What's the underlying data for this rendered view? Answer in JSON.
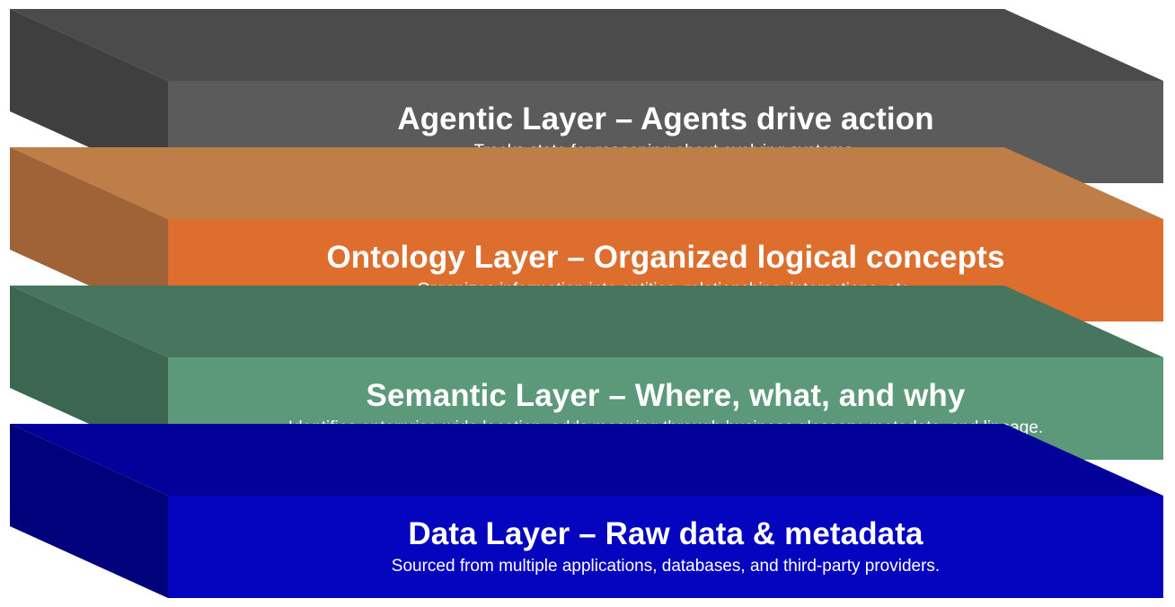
{
  "layers": [
    {
      "title": "Agentic Layer – Agents drive action",
      "subtitle": "Tracks state for reasoning about evolving systems.",
      "colors": {
        "front": "#5b5b5b",
        "top": "#4b4b4b",
        "side": "#3f3f3f"
      }
    },
    {
      "title": "Ontology Layer – Organized logical concepts",
      "subtitle": "Organizes information into entities, relationships, interactions, etc.",
      "colors": {
        "front": "#de6e2e",
        "top": "#bf7e47",
        "side": "#9f6337"
      }
    },
    {
      "title": "Semantic Layer – Where, what, and why",
      "subtitle": "Identifies enterprise-wide location, adds meaning through business glossary, metadata, and lineage.",
      "colors": {
        "front": "#5c987a",
        "top": "#47755e",
        "side": "#3d6650"
      }
    },
    {
      "title": "Data Layer – Raw data & metadata",
      "subtitle": "Sourced from multiple applications, databases, and third-party providers.",
      "colors": {
        "front": "#0505c0",
        "top": "#02029a",
        "side": "#01017c"
      }
    }
  ]
}
